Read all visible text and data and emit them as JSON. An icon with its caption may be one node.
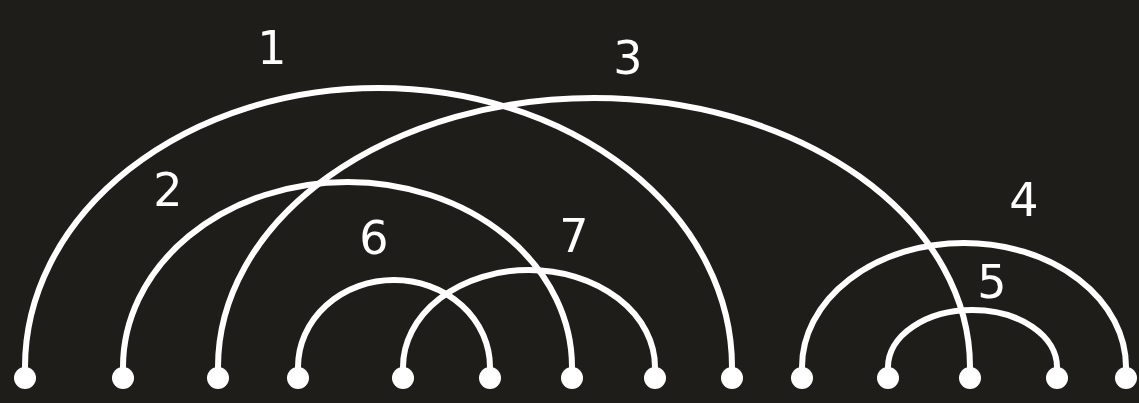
{
  "diagram": {
    "nodes": [
      {
        "text": [],
        "shape": "circle"
      },
      {
        "text": [],
        "shape": "circle"
      },
      {
        "text": [],
        "shape": "circle"
      },
      {
        "text": [],
        "shape": "circle"
      },
      {
        "text": [],
        "shape": "circle"
      },
      {
        "text": [],
        "shape": "circle"
      },
      {
        "text": [],
        "shape": "circle"
      },
      {
        "text": [],
        "shape": "circle"
      },
      {
        "text": [],
        "shape": "circle"
      },
      {
        "text": [],
        "shape": "circle"
      },
      {
        "text": [],
        "shape": "circle"
      },
      {
        "text": [],
        "shape": "circle"
      },
      {
        "text": [],
        "shape": "circle"
      },
      {
        "text": [],
        "shape": "circle"
      }
    ],
    "edges": [
      {
        "from": 0,
        "to": 8,
        "arrow": "none",
        "label": "1"
      },
      {
        "from": 1,
        "to": 6,
        "arrow": "none",
        "label": "2"
      },
      {
        "from": 2,
        "to": 11,
        "arrow": "none",
        "label": "3"
      },
      {
        "from": 9,
        "to": 13,
        "arrow": "none",
        "label": "4"
      },
      {
        "from": 10,
        "to": 12,
        "arrow": "none",
        "label": "5"
      },
      {
        "from": 3,
        "to": 5,
        "arrow": "none",
        "label": "6"
      },
      {
        "from": 4,
        "to": 7,
        "arrow": "none",
        "label": "7"
      }
    ]
  }
}
